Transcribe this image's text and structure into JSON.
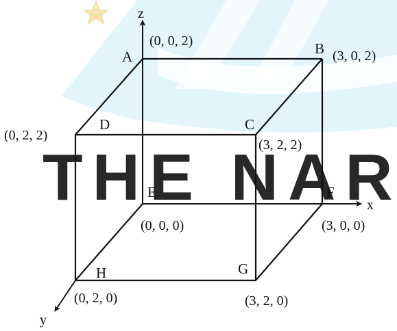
{
  "watermark": {
    "text": "THE NARAY",
    "color": "#b9e6f2",
    "band_color": "#c9eef6",
    "star_color": "#f6d98a"
  },
  "axes": {
    "x": "x",
    "y": "y",
    "z": "z"
  },
  "vertices": {
    "A": {
      "label": "A",
      "coord": "(0, 0, 2)"
    },
    "B": {
      "label": "B",
      "coord": "(3, 0, 2)"
    },
    "C": {
      "label": "C",
      "coord": "(3, 2, 2)"
    },
    "D": {
      "label": "D",
      "coord": "(0, 2, 2)"
    },
    "E": {
      "label": "E",
      "coord": "(0, 0, 0)"
    },
    "F": {
      "label": "F",
      "coord": "(3, 0, 0)"
    },
    "G": {
      "label": "G",
      "coord": "(3, 2, 0)"
    },
    "H": {
      "label": "H",
      "coord": "(0, 2, 0)"
    }
  },
  "line_color": "#111111"
}
